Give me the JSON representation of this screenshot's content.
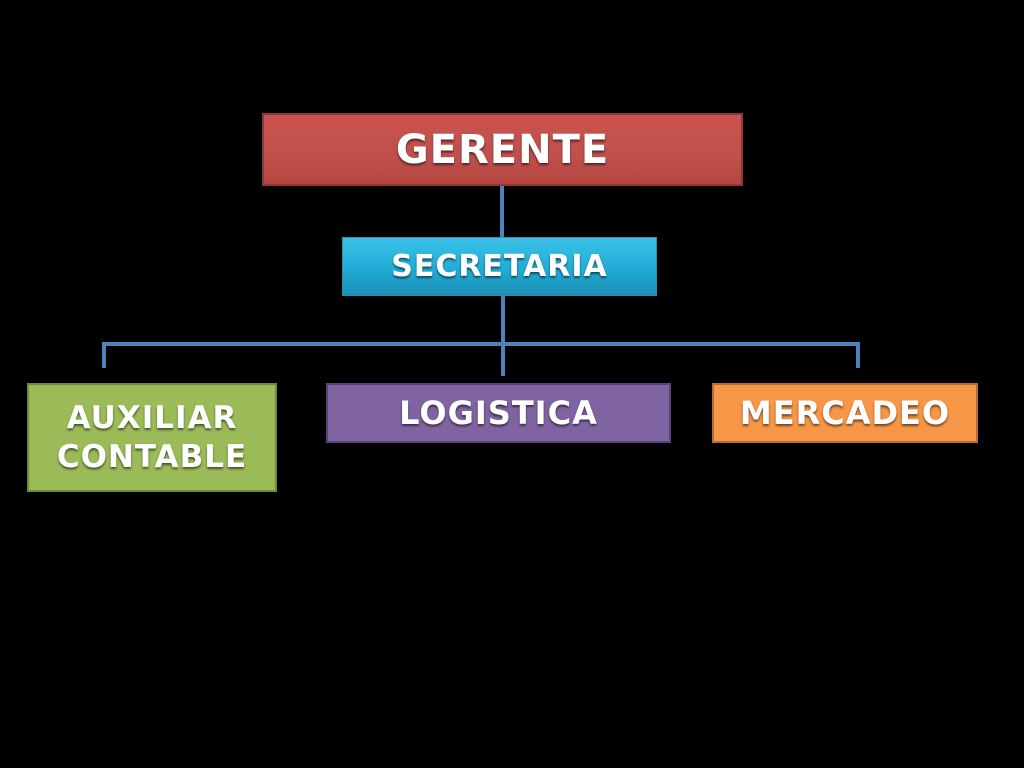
{
  "chart": {
    "nodes": {
      "gerente": {
        "label": "GERENTE",
        "color": "#C0504D"
      },
      "secretaria": {
        "label": "SECRETARIA",
        "color": "#21ACD6"
      },
      "auxiliar": {
        "label": "AUXILIAR CONTABLE",
        "color": "#9BBB59"
      },
      "logistica": {
        "label": "LOGISTICA",
        "color": "#8064A2"
      },
      "mercadeo": {
        "label": "MERCADEO",
        "color": "#F79646"
      }
    },
    "connector_color": "#4F81BD",
    "background_color": "#000000"
  }
}
